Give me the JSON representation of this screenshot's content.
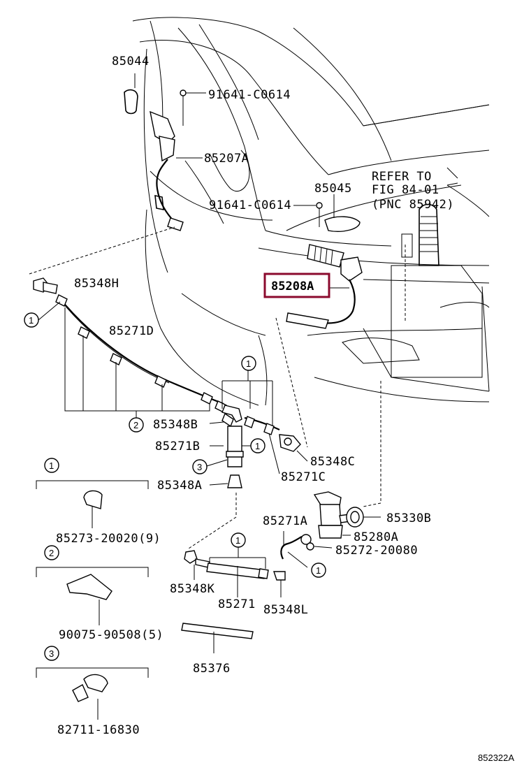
{
  "labels": {
    "p85044": "85044",
    "p91641_top": "91641-C0614",
    "p85207A": "85207A",
    "p85045": "85045",
    "p91641_mid": "91641-C0614",
    "refer_line1": "REFER TO",
    "refer_line2": "FIG 84-01",
    "refer_line3": "(PNC 85942)",
    "p85208A": "85208A",
    "p85348H": "85348H",
    "p85271D": "85271D",
    "p85348B": "85348B",
    "p85271B": "85271B",
    "p85348A": "85348A",
    "p85348C": "85348C",
    "p85271C": "85271C",
    "p85271A": "85271A",
    "p85330B": "85330B",
    "p85280A": "85280A",
    "p85272": "85272-20080",
    "p85348K": "85348K",
    "p85271": "85271",
    "p85348L": "85348L",
    "p85376": "85376",
    "legend1_part": "85273-20020(9)",
    "legend2_part": "90075-90508(5)",
    "legend3_part": "82711-16830",
    "figure_number": "852322A"
  },
  "callouts": {
    "one": "1",
    "two": "2",
    "three": "3"
  },
  "highlight": {
    "part": "85208A",
    "color": "#8b0a2e"
  }
}
